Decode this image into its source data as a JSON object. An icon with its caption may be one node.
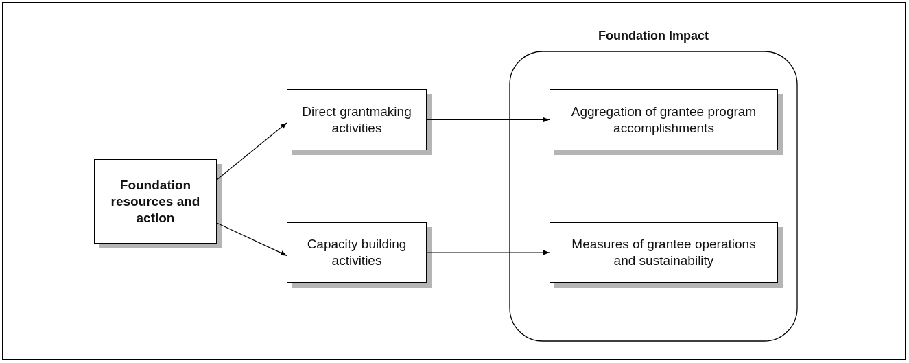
{
  "diagram": {
    "nodes": [
      {
        "text": [
          "Foundation Impact"
        ]
      },
      {
        "text": [
          "Foundation resources and action"
        ]
      },
      {
        "text": [
          "Direct grantmaking activities"
        ]
      },
      {
        "text": [
          "Capacity building activities"
        ]
      },
      {
        "text": [
          "Aggregation of grantee program accomplishments"
        ],
        "in": 0
      },
      {
        "text": [
          "Measures of grantee operations and sustainability"
        ],
        "in": 0
      }
    ],
    "edges": [
      {
        "from": 1,
        "to": 2,
        "arrow": "to"
      },
      {
        "from": 1,
        "to": 3,
        "arrow": "to"
      },
      {
        "from": 2,
        "to": 4,
        "arrow": "to"
      },
      {
        "from": 3,
        "to": 5,
        "arrow": "to"
      }
    ]
  }
}
